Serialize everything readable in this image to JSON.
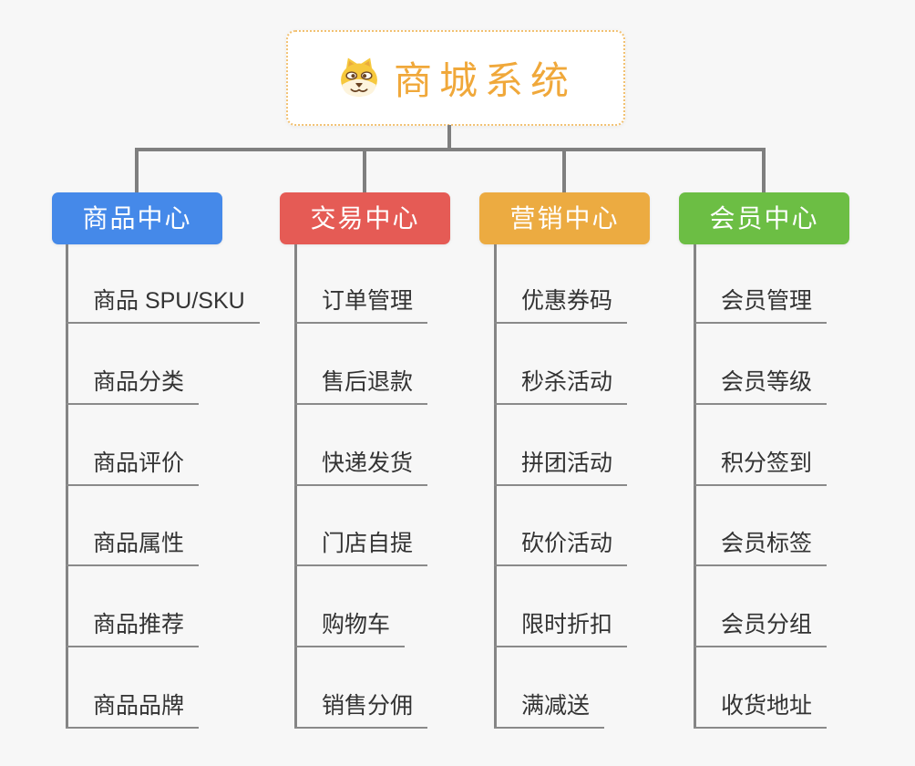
{
  "root": {
    "title": "商城系统",
    "icon": "dog-face-icon"
  },
  "branches": [
    {
      "label": "商品中心",
      "color": "#4589e9",
      "items": [
        "商品 SPU/SKU",
        "商品分类",
        "商品评价",
        "商品属性",
        "商品推荐",
        "商品品牌"
      ]
    },
    {
      "label": "交易中心",
      "color": "#e55b55",
      "items": [
        "订单管理",
        "售后退款",
        "快递发货",
        "门店自提",
        "购物车",
        "销售分佣"
      ]
    },
    {
      "label": "营销中心",
      "color": "#ecab41",
      "items": [
        "优惠券码",
        "秒杀活动",
        "拼团活动",
        "砍价活动",
        "限时折扣",
        "满减送"
      ]
    },
    {
      "label": "会员中心",
      "color": "#6cbe44",
      "items": [
        "会员管理",
        "会员等级",
        "积分签到",
        "会员标签",
        "会员分组",
        "收货地址"
      ]
    }
  ],
  "colors": {
    "root_text": "#f0a83a",
    "root_border": "#f2c171",
    "connector": "#7f7f7f",
    "leaf_text": "#333333",
    "leaf_underline": "#8a8a8a",
    "background": "#f7f7f7"
  }
}
